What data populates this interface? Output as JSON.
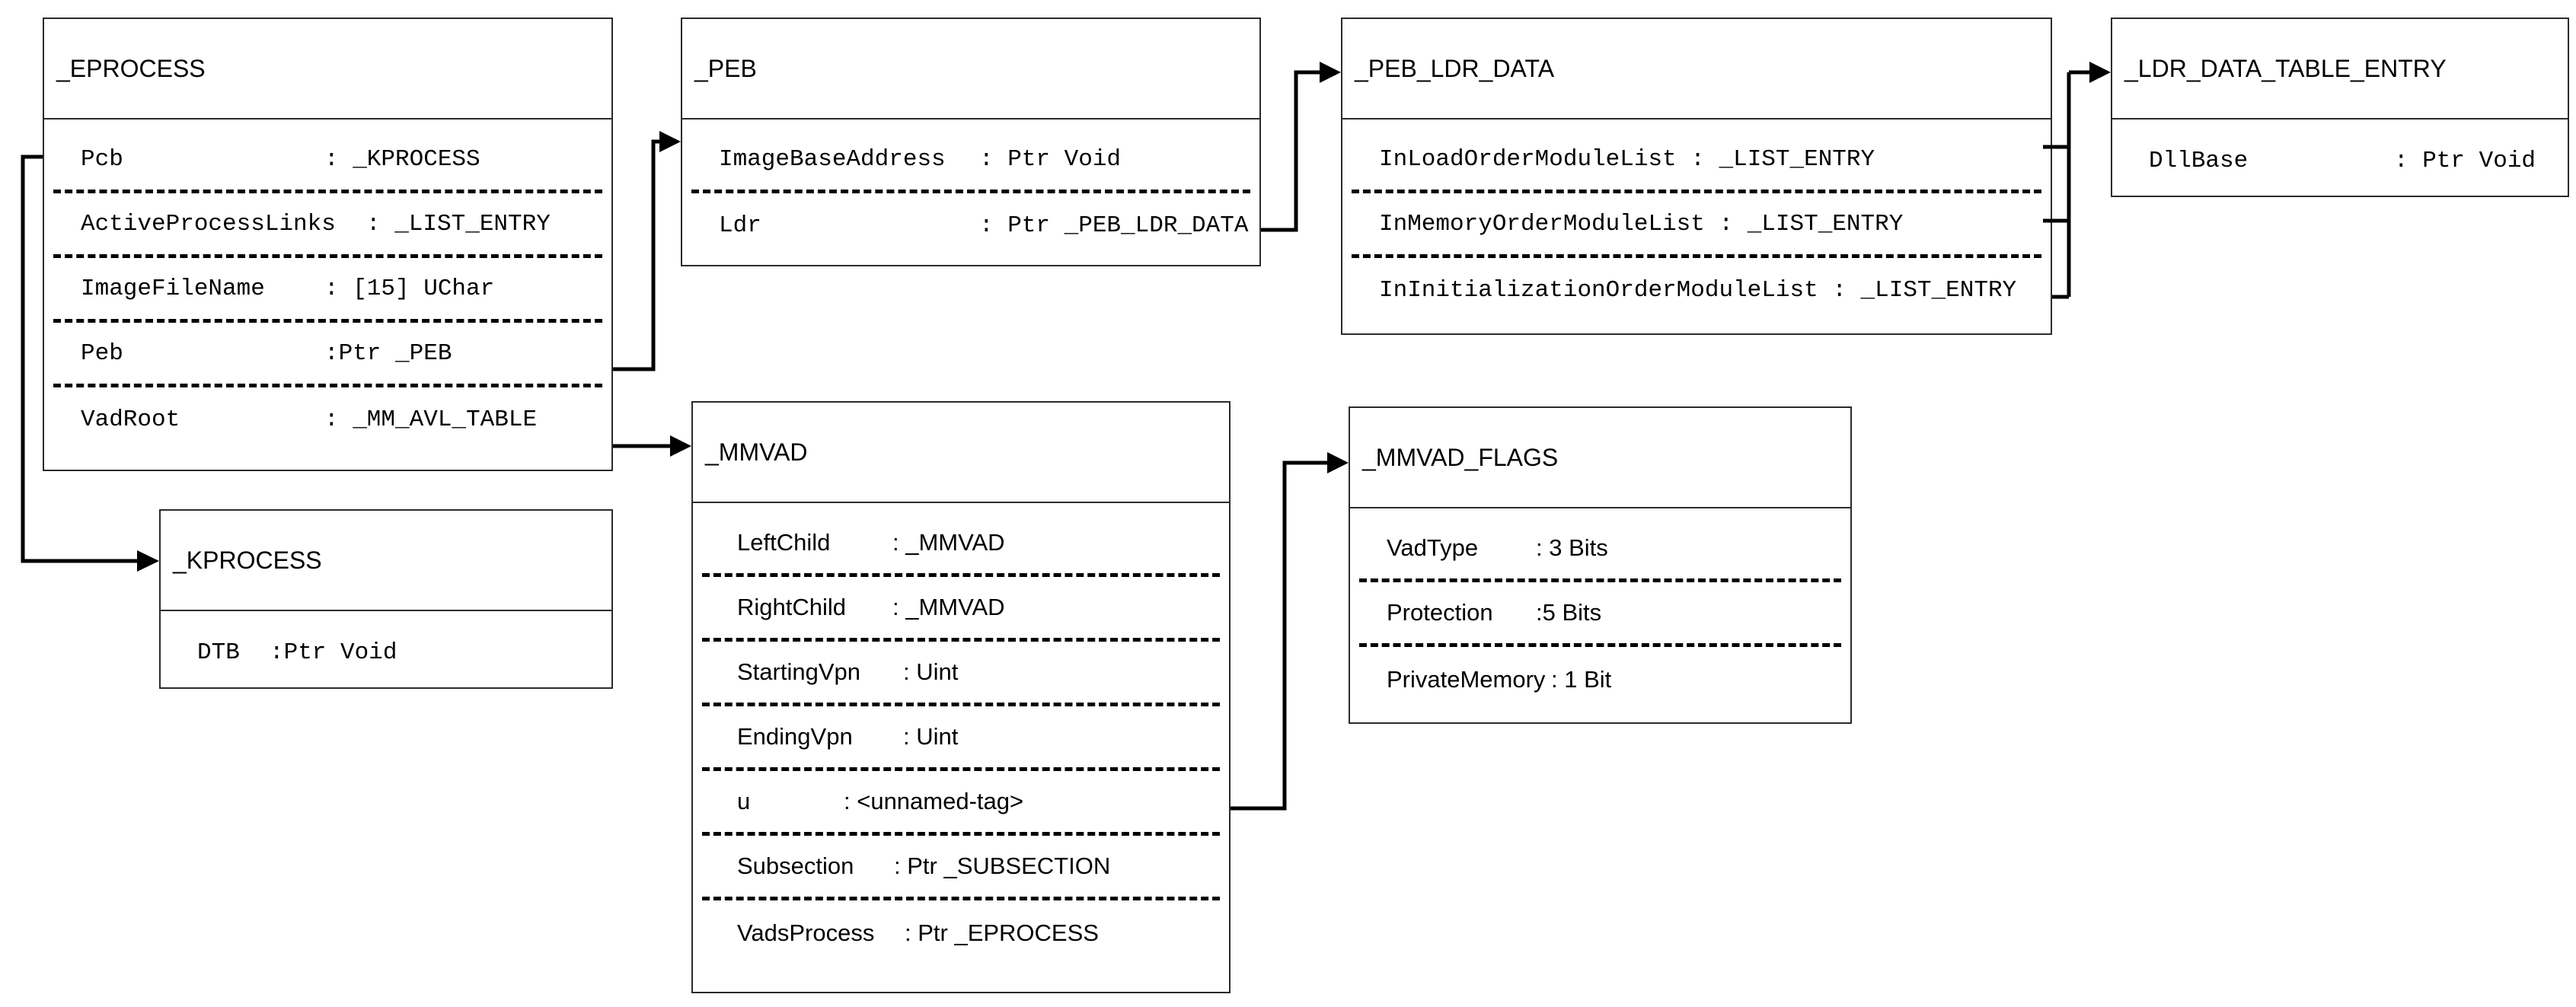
{
  "boxes": {
    "eprocess": {
      "title": "_EPROCESS",
      "fields": [
        {
          "name": "Pcb",
          "type": ": _KPROCESS"
        },
        {
          "name": "ActiveProcessLinks",
          "type": ": _LIST_ENTRY"
        },
        {
          "name": "ImageFileName",
          "type": ": [15] UChar"
        },
        {
          "name": "Peb",
          "type": ":Ptr _PEB"
        },
        {
          "name": "VadRoot",
          "type": ": _MM_AVL_TABLE"
        }
      ]
    },
    "peb": {
      "title": "_PEB",
      "fields": [
        {
          "name": "ImageBaseAddress",
          "type": ": Ptr Void"
        },
        {
          "name": "Ldr",
          "type": ": Ptr _PEB_LDR_DATA"
        }
      ]
    },
    "peb_ldr_data": {
      "title": "_PEB_LDR_DATA",
      "fields": [
        {
          "name": "InLoadOrderModuleList",
          "type": ": _LIST_ENTRY"
        },
        {
          "name": "InMemoryOrderModuleList",
          "type": ": _LIST_ENTRY"
        },
        {
          "name": "InInitializationOrderModuleList",
          "type": ": _LIST_ENTRY"
        }
      ]
    },
    "ldr_data_table_entry": {
      "title": "_LDR_DATA_TABLE_ENTRY",
      "fields": [
        {
          "name": "DllBase",
          "type": ": Ptr Void"
        }
      ]
    },
    "kprocess": {
      "title": "_KPROCESS",
      "fields": [
        {
          "name": "DTB",
          "type": ":Ptr Void"
        }
      ]
    },
    "mmvad": {
      "title": "_MMVAD",
      "fields": [
        {
          "name": "LeftChild",
          "type": ": _MMVAD"
        },
        {
          "name": "RightChild",
          "type": ": _MMVAD"
        },
        {
          "name": "StartingVpn",
          "type": ": Uint"
        },
        {
          "name": "EndingVpn",
          "type": ": Uint"
        },
        {
          "name": "u",
          "type": ": <unnamed-tag>"
        },
        {
          "name": "Subsection",
          "type": ": Ptr _SUBSECTION"
        },
        {
          "name": "VadsProcess",
          "type": ": Ptr _EPROCESS"
        }
      ]
    },
    "mmvad_flags": {
      "title": "_MMVAD_FLAGS",
      "fields": [
        {
          "name": "VadType",
          "type": ": 3 Bits"
        },
        {
          "name": "Protection",
          "type": ":5 Bits"
        },
        {
          "name": "PrivateMemory",
          "type": ": 1 Bit"
        }
      ]
    }
  }
}
